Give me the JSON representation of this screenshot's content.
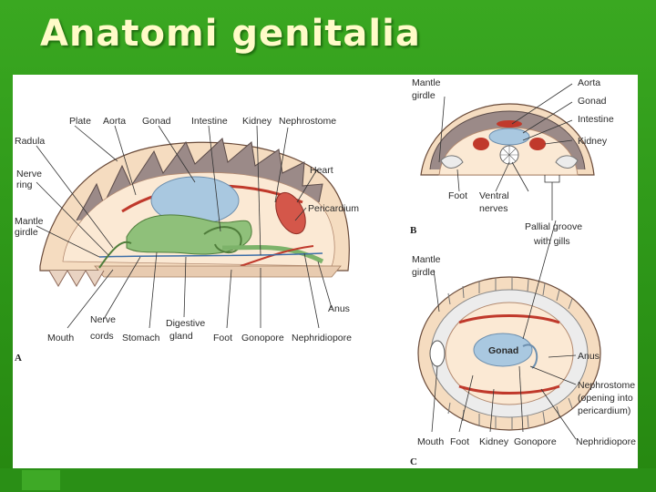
{
  "slide": {
    "title": "Anatomi genitalia"
  },
  "figure": {
    "panel_a": {
      "letter": "A",
      "labels": {
        "plate": "Plate",
        "aorta": "Aorta",
        "gonad": "Gonad",
        "intestine": "Intestine",
        "kidney": "Kidney",
        "nephrostome": "Nephrostome",
        "radula": "Radula",
        "nerve_ring": [
          "Nerve",
          "ring"
        ],
        "mantle_girdle": [
          "Mantle",
          "girdle"
        ],
        "heart": "Heart",
        "pericardium": "Pericardium",
        "anus": "Anus",
        "mouth": "Mouth",
        "nerve_cords": [
          "Nerve",
          "cords"
        ],
        "stomach": "Stomach",
        "digestive_gland": [
          "Digestive",
          "gland"
        ],
        "foot": "Foot",
        "gonopore": "Gonopore",
        "nephridiopore": "Nephridiopore"
      }
    },
    "panel_b": {
      "letter": "B",
      "labels": {
        "mantle_girdle": [
          "Mantle",
          "girdle"
        ],
        "aorta": "Aorta",
        "gonad": "Gonad",
        "intestine": "Intestine",
        "kidney": "Kidney",
        "foot": "Foot",
        "ventral_nerves": [
          "Ventral",
          "nerves"
        ],
        "pallial_groove": [
          "Pallial groove",
          "with gills"
        ]
      }
    },
    "panel_c": {
      "letter": "C",
      "labels": {
        "mantle_girdle": [
          "Mantle",
          "girdle"
        ],
        "gonad": "Gonad",
        "anus": "Anus",
        "nephrostome": [
          "Nephrostome",
          "(opening into",
          "pericardium)"
        ],
        "mouth": "Mouth",
        "foot": "Foot",
        "kidney": "Kidney",
        "gonopore": "Gonopore",
        "nephridiopore": "Nephridiopore"
      }
    }
  }
}
